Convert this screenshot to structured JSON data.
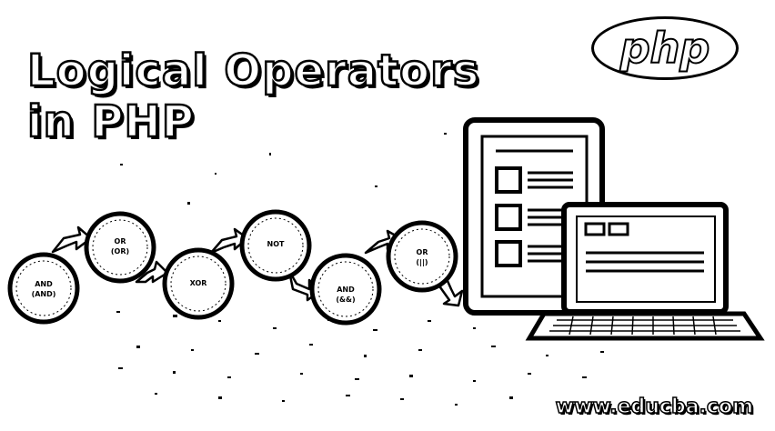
{
  "title": {
    "line1": "Logical Operators",
    "line2": "in PHP"
  },
  "logo": {
    "text": "php"
  },
  "flow_nodes": [
    {
      "line1": "AND",
      "line2": "(AND)"
    },
    {
      "line1": "OR",
      "line2": "(OR)"
    },
    {
      "line1": "XOR",
      "line2": ""
    },
    {
      "line1": "NOT",
      "line2": ""
    },
    {
      "line1": "AND",
      "line2": "(&&)"
    },
    {
      "line1": "OR",
      "line2": "(||)"
    }
  ],
  "illustration": {
    "icons": [
      "tablet-icon",
      "laptop-icon"
    ]
  },
  "footer": {
    "url": "www.educba.com"
  }
}
